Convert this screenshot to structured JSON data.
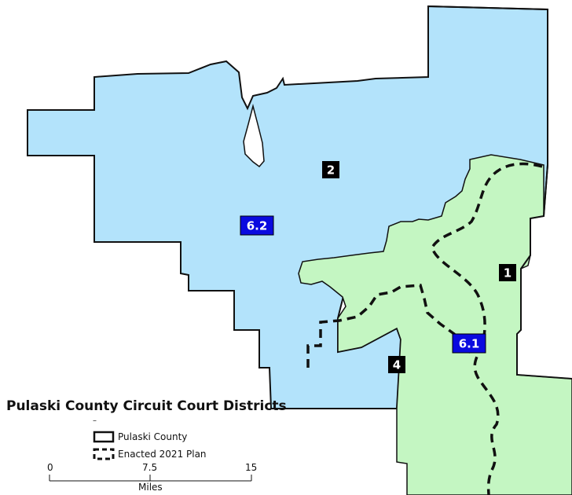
{
  "colors": {
    "district_2_fill": "#b3e3fb",
    "district_1_fill": "#c4f6c2",
    "boundary": "#111111",
    "subdistrict_box": "#0a0adf",
    "district_box": "#000000"
  },
  "map": {
    "district_labels": [
      "2",
      "1",
      "4"
    ],
    "subdistrict_labels": [
      "6.2",
      "6.1"
    ]
  },
  "legend": {
    "title": "Pulaski County Circuit Court Districts",
    "dash": "–",
    "items": [
      {
        "label": "Pulaski County",
        "symbol": "solid-outline"
      },
      {
        "label": "Enacted 2021 Plan",
        "symbol": "dashed-outline"
      }
    ]
  },
  "scale_bar": {
    "ticks": [
      "0",
      "7.5",
      "15"
    ],
    "unit": "Miles"
  }
}
